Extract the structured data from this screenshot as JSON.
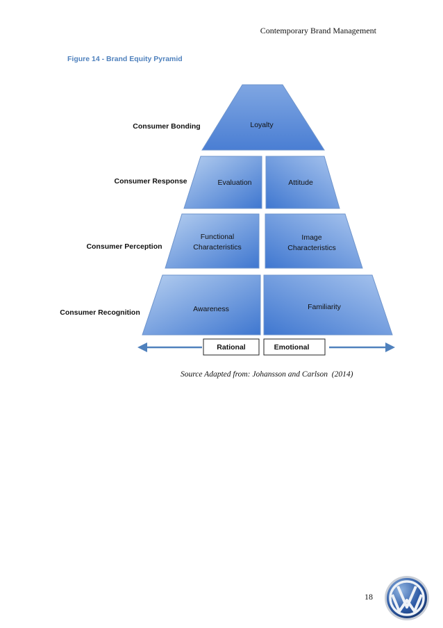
{
  "header": {
    "title": "Contemporary Brand Management"
  },
  "figure": {
    "caption": "Figure 14 - Brand Equity Pyramid",
    "levels": [
      {
        "label": "Consumer Bonding",
        "cells": [
          "Loyalty"
        ]
      },
      {
        "label": "Consumer Response",
        "cells": [
          "Evaluation",
          "Attitude"
        ]
      },
      {
        "label": "Consumer Perception",
        "cells": [
          [
            "Functional",
            "Characteristics"
          ],
          [
            "Image",
            "Characteristics"
          ]
        ]
      },
      {
        "label": "Consumer Recognition",
        "cells": [
          "Awareness",
          "Familiarity"
        ]
      }
    ],
    "axis": {
      "left_label": "Rational",
      "right_label": "Emotional"
    },
    "source": "Source Adapted from: Johansson and Carlson  (2014)"
  },
  "footer": {
    "page_number": "18",
    "logo_icon": "vw-logo-icon"
  },
  "colors": {
    "accent": "#4f81bd",
    "pyramid_light": "#a7c4ec",
    "pyramid_dark": "#4a7ed3",
    "arrow": "#4f81bd"
  }
}
